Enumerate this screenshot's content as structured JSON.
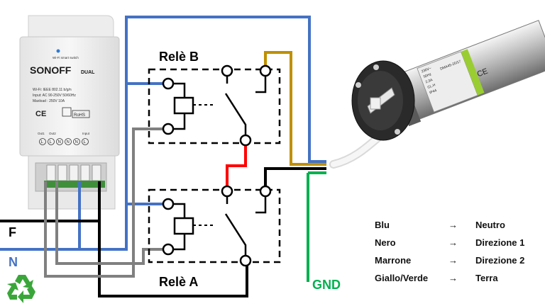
{
  "device": {
    "brand": "SONOFF",
    "model": "DUAL",
    "subtitle": "Wi-Fi smart switch",
    "spec_wifi": "Wi-Fi: IEEE 802.11 b/g/n",
    "spec_input": "Input: AC 90-250V 50/60Hz",
    "spec_maxload": "Maxload : 250V 10A",
    "mark_ce": "CE",
    "mark_rohs": "RoHS",
    "terminal_out1": "Out1",
    "terminal_out2": "Out2",
    "terminal_input": "Input",
    "terminal_letters": [
      "L",
      "L",
      "N",
      "N",
      "N",
      "L"
    ]
  },
  "relays": {
    "relay_b": "Relè B",
    "relay_a": "Relè A"
  },
  "wires": {
    "phase": "F",
    "neutral": "N",
    "ground": "GND",
    "colors": {
      "blue": "#4472C4",
      "black": "#000000",
      "gray": "#808080",
      "brown": "#BF9000",
      "red": "#FF0000",
      "green": "#00B050"
    }
  },
  "motor": {
    "label_lines": [
      "230V~",
      "50Hz",
      "2.3A",
      "CL.H",
      "IP44"
    ],
    "label_model": "DMA45-20/17",
    "mark_ce": "CE"
  },
  "legend": [
    {
      "wire": "Blu",
      "arrow": "→",
      "function": "Neutro"
    },
    {
      "wire": "Nero",
      "arrow": "→",
      "function": "Direzione 1"
    },
    {
      "wire": "Marrone",
      "arrow": "→",
      "function": "Direzione 2"
    },
    {
      "wire": "Giallo/Verde",
      "arrow": "→",
      "function": "Terra"
    }
  ],
  "icons": [
    "recycle-icon"
  ]
}
